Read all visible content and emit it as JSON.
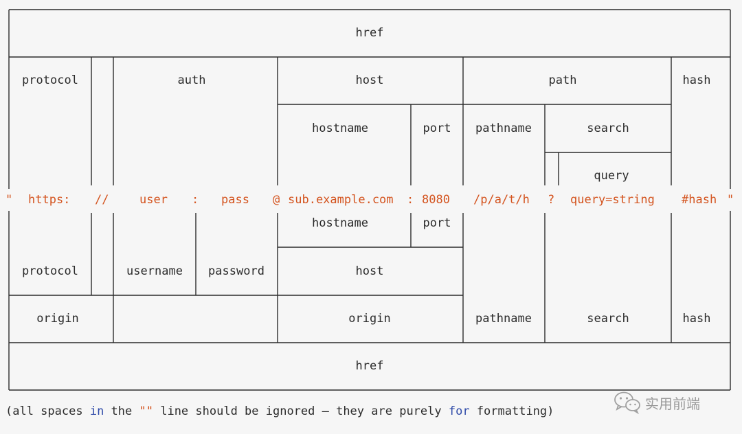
{
  "title": "href",
  "footer_title": "href",
  "top_row": {
    "protocol": "protocol",
    "auth": "auth",
    "host": "host",
    "path": "path",
    "hash": "hash"
  },
  "host_split": {
    "hostname": "hostname",
    "port": "port"
  },
  "path_split": {
    "pathname": "pathname",
    "search": "search"
  },
  "query_label": "query",
  "url_parts": {
    "open_quote": "\"",
    "protocol": "https:",
    "slashes": "//",
    "user": "user",
    "colon": ":",
    "pass": "pass",
    "at": "@",
    "hostname": "sub.example.com",
    "port_colon": ":",
    "port": "8080",
    "pathname": "/p/a/t/h",
    "question": "?",
    "query": "query=string",
    "hash": "#hash",
    "close_quote": "\""
  },
  "lower_row": {
    "hostname": "hostname",
    "port": "port",
    "protocol": "protocol",
    "username": "username",
    "password": "password",
    "host": "host"
  },
  "origin_row": {
    "origin_left": "origin",
    "origin_host": "origin",
    "pathname": "pathname",
    "search": "search",
    "hash": "hash"
  },
  "note": {
    "part1": "(all spaces ",
    "kw_in": "in",
    "part2": " the ",
    "quotes": "\"\"",
    "part3": " line should be ignored — they are purely ",
    "kw_for": "for",
    "part4": " formatting)"
  },
  "watermark": {
    "text": "实用前端",
    "icon": "wechat-icon"
  },
  "colors": {
    "text": "#2b2b2b",
    "url": "#d4541f",
    "keyword": "#2e4aa8",
    "background": "#f6f6f6"
  }
}
